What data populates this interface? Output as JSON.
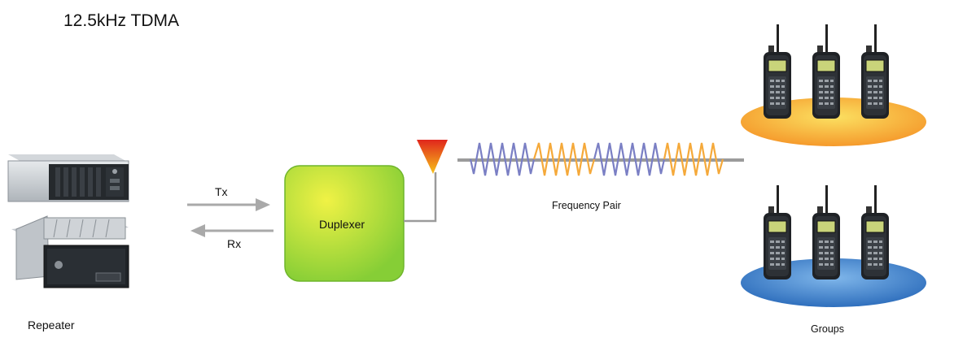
{
  "title": "12.5kHz TDMA",
  "labels": {
    "tx": "Tx",
    "rx": "Rx",
    "duplexer": "Duplexer",
    "frequency_pair": "Frequency Pair",
    "repeater": "Repeater",
    "groups": "Groups"
  },
  "colors": {
    "arrow": "#a9a9a9",
    "duplexer_fill_center": "#e8ef40",
    "duplexer_fill_edge": "#8fd23a",
    "wave_blue": "#7a7fc4",
    "wave_orange": "#f5a93a",
    "freq_line": "#9b9b9b",
    "group_top": "#f7b23a",
    "group_bottom": "#3f7fc8",
    "antenna_top": "#e0261c",
    "antenna_bottom": "#f7b21a"
  },
  "icons": {
    "repeater": "repeater-unit-image",
    "radio": "handheld-radio-image",
    "antenna": "antenna-icon"
  }
}
